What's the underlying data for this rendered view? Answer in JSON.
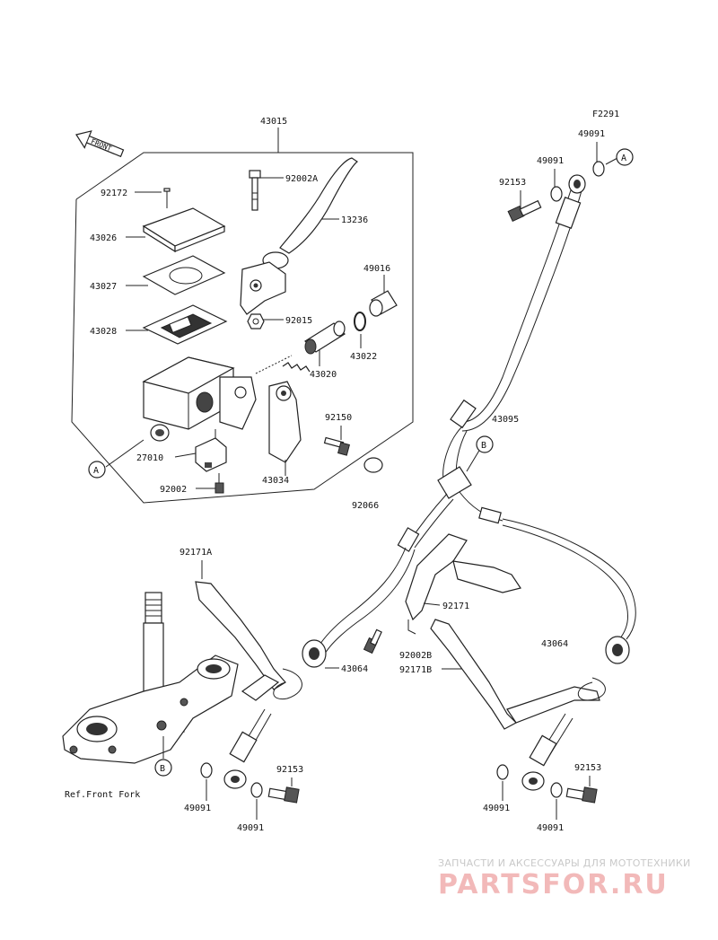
{
  "figure_code": "F2291",
  "front_label": "FRONT",
  "ref_note": "Ref.Front Fork",
  "watermark": {
    "tagline": "ЗАПЧАСТИ И АКСЕССУАРЫ ДЛЯ МОТОТЕХНИКИ",
    "brand": "PARTSFOR.RU"
  },
  "callouts": {
    "c43015": "43015",
    "c92172": "92172",
    "c43026": "43026",
    "c43027": "43027",
    "c43028": "43028",
    "c27010": "27010",
    "c92002": "92002",
    "c92002A": "92002A",
    "c13236": "13236",
    "c49016": "49016",
    "c92015": "92015",
    "c43022": "43022",
    "c43020": "43020",
    "c92150": "92150",
    "c43034": "43034",
    "c92066": "92066",
    "c49091_top": "49091",
    "c49091_top2": "49091",
    "c92153_top": "92153",
    "c43095": "43095",
    "c92171A": "92171A",
    "c92171": "92171",
    "c92002B": "92002B",
    "c92171B": "92171B",
    "c43064_left": "43064",
    "c43064_right": "43064",
    "c92153_bl": "92153",
    "c49091_bl1": "49091",
    "c49091_bl2": "49091",
    "c92153_br": "92153",
    "c49091_br1": "49091",
    "c49091_br2": "49091"
  },
  "markers": {
    "a_left": "A",
    "a_right": "A",
    "b_upper": "B",
    "b_lower": "B"
  }
}
